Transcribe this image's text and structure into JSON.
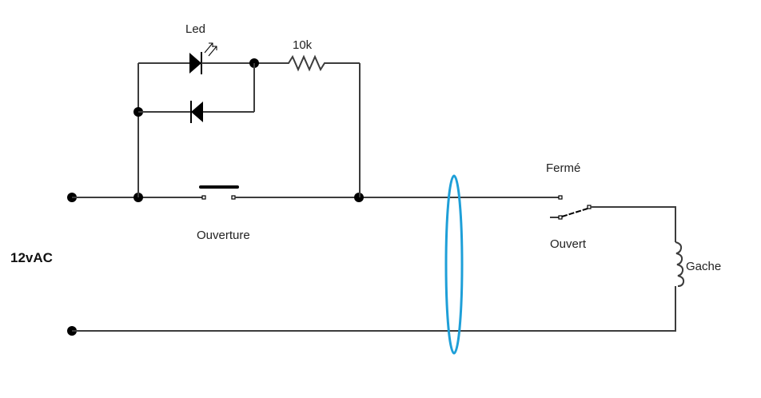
{
  "diagram": {
    "type": "circuit-schematic",
    "labels": {
      "supply": "12vAC",
      "led": "Led",
      "resistor": "10k",
      "pushbutton": "Ouverture",
      "relay_closed": "Fermé",
      "relay_open": "Ouvert",
      "coil": "Gache"
    },
    "components": [
      {
        "id": "supply",
        "kind": "ac-source-terminals",
        "label": "12vAC"
      },
      {
        "id": "led",
        "kind": "led",
        "label": "Led"
      },
      {
        "id": "diode",
        "kind": "diode",
        "label": ""
      },
      {
        "id": "resistor",
        "kind": "resistor",
        "label": "10k"
      },
      {
        "id": "pushbutton",
        "kind": "normally-open-pushbutton",
        "label": "Ouverture"
      },
      {
        "id": "relay-switch",
        "kind": "spdt-switch",
        "positions": [
          "Fermé",
          "Ouvert"
        ]
      },
      {
        "id": "coil",
        "kind": "inductor",
        "label": "Gache"
      },
      {
        "id": "cable-marker",
        "kind": "highlight-ellipse"
      }
    ],
    "colors": {
      "wire": "#3c3c3c",
      "component": "#000000",
      "highlight": "#1e9fd8",
      "background": "#ffffff"
    }
  }
}
